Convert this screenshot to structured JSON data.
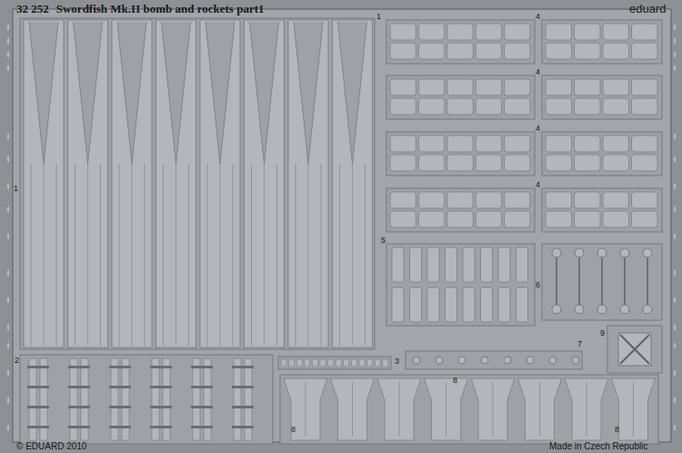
{
  "diagram": {
    "title": "Swordfish Mk.II bomb and rockets part1",
    "labels": [
      "32 252",
      "eduard",
      "© EDUARD 2010",
      "Made in Czech Republic",
      "1",
      "1",
      "4",
      "4",
      "4",
      "4",
      "5",
      "6",
      "9",
      "7",
      "2",
      "3",
      "8",
      "8",
      "8"
    ]
  }
}
